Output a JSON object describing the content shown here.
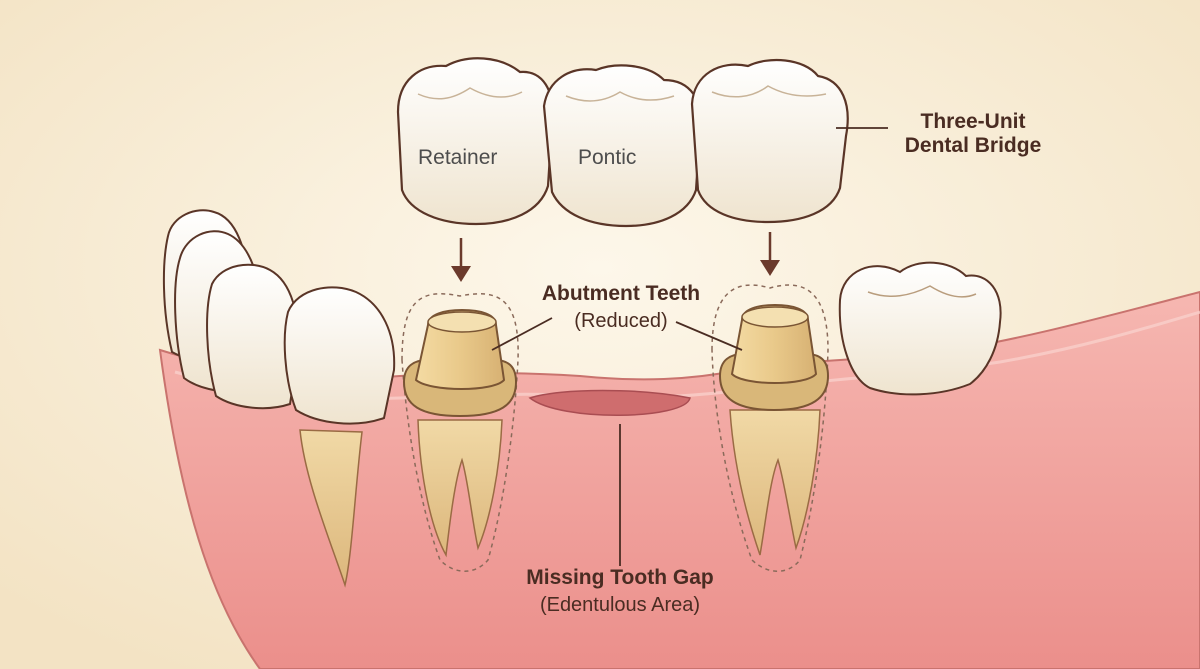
{
  "labels": {
    "retainer": "Retainer",
    "pontic": "Pontic",
    "bridge_line1": "Three-Unit",
    "bridge_line2": "Dental Bridge",
    "abutment_title": "Abutment Teeth",
    "abutment_sub": "(Reduced)",
    "gap_title": "Missing Tooth Gap",
    "gap_sub": "(Edentulous Area)"
  },
  "colors": {
    "background": "#f8efdc",
    "gum": "#f2a9a3",
    "tooth_enamel": "#fbf6ec",
    "abutment": "#e6c98c",
    "root": "#ecd3a1",
    "outline": "#5a3527",
    "text": "#4a2c22"
  }
}
